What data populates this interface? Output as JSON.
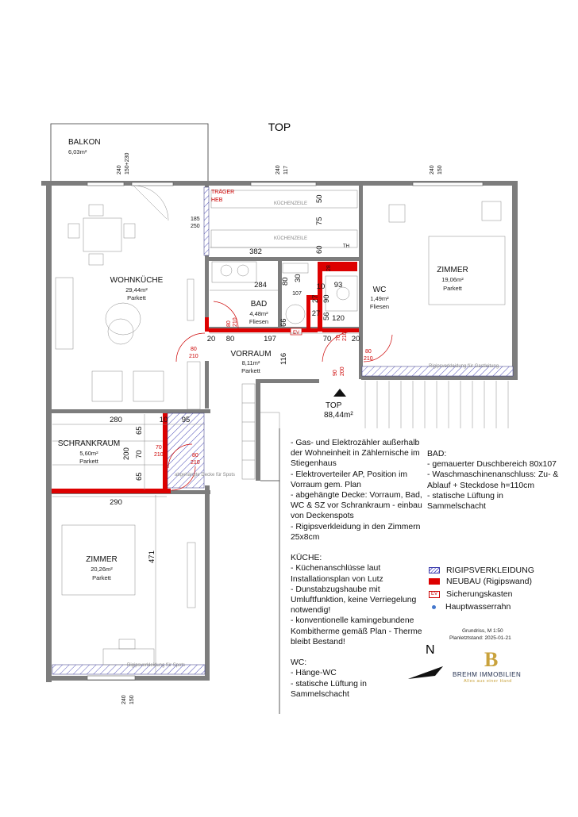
{
  "top_label": "TOP",
  "balcony": {
    "name": "BALKON",
    "area": "6,03m²"
  },
  "window_dims": {
    "w1": "240",
    "w1b": "150+230",
    "w2": "240",
    "w2b": "117",
    "w3": "240",
    "w3b": "150",
    "w4": "240",
    "w4b": "150"
  },
  "rooms": {
    "wohnkueche": {
      "name": "WOHNKÜCHE",
      "area": "29,44m²",
      "floor": "Parkett"
    },
    "bad": {
      "name": "BAD",
      "area": "4,48m²",
      "floor": "Fliesen"
    },
    "wc": {
      "name": "WC",
      "area": "1,49m²",
      "floor": "Fliesen"
    },
    "zimmer_top": {
      "name": "ZIMMER",
      "area": "19,06m²",
      "floor": "Parkett"
    },
    "vorraum": {
      "name": "VORRAUM",
      "area": "8,11m²",
      "floor": "Parkett"
    },
    "schrankraum": {
      "name": "SCHRANKRAUM",
      "area": "5,60m²",
      "floor": "Parkett"
    },
    "zimmer_bottom": {
      "name": "ZIMMER",
      "area": "20,26m²",
      "floor": "Parkett"
    }
  },
  "top_total": {
    "label": "TOP",
    "area": "88,44m²"
  },
  "traeger": {
    "line1": "TRÄGER",
    "line2": "HEB"
  },
  "kitchen_labels": {
    "k1": "KÜCHENZEILE",
    "k2": "KÜCHENZEILE"
  },
  "th_label": "TH",
  "cladding_notes": {
    "top_room": "Rigipsverkleidung für Gastleitung",
    "bottom_room": "Rigipsverkleidung für Spots",
    "schrank": "abgehängte Decke für Spots"
  },
  "dims": {
    "d382": "382",
    "d284": "284",
    "d50": "50",
    "d75": "75",
    "d60": "60",
    "d80a": "80",
    "d30": "30",
    "d28": "28",
    "d93": "93",
    "d107": "107",
    "d27a": "27",
    "d90": "90",
    "d66": "66",
    "d56": "56",
    "d27b": "27",
    "d120": "120",
    "d116": "116",
    "d20a": "20",
    "d80b": "80",
    "d197": "197",
    "d70": "70",
    "d20b": "20",
    "d280": "280",
    "d10a": "10",
    "d95": "95",
    "d65a": "65",
    "d200": "200",
    "d70b": "70",
    "d65b": "65",
    "d290": "290",
    "d10b": "10",
    "d471": "471",
    "d185": "185",
    "d250": "250"
  },
  "doors": {
    "d1": {
      "w": "80",
      "h": "210"
    },
    "d2": {
      "w": "80",
      "h": "210"
    },
    "d3": {
      "w": "70",
      "h": "210"
    },
    "d4": {
      "w": "80",
      "h": "210"
    },
    "d5": {
      "w": "90",
      "h": "200"
    },
    "d6": {
      "w": "70",
      "h": "210"
    },
    "d7": {
      "w": "80",
      "h": "210"
    }
  },
  "bottom_window": {
    "a": "240",
    "b": "150"
  },
  "ev_label": "EV",
  "notes_left": "- Gas- und Elektrozähler außerhalb der Wohneinheit in Zählernische im Stiegenhaus\n- Elektroverteiler AP, Position im Vorraum gem. Plan\n- abgehängte Decke: Vorraum, Bad, WC & SZ vor Schrankraum - einbau von Deckenspots\n- Rigipsverkleidung in den Zimmern 25x8cm\n\nKÜCHE:\n- Küchenanschlüsse laut Installationsplan von Lutz\n- Dunstabzugshaube mit Umluftfunktion, keine Verriegelung notwendig!\n- konventionelle kamingebundene Kombitherme gemäß Plan - Therme bleibt Bestand!\n\nWC:\n- Hänge-WC\n- statische Lüftung in Sammelschacht",
  "notes_right": "BAD:\n- gemauerter Duschbereich 80x107\n- Waschmaschinenanschluss: Zu- & Ablauf  + Steckdose h=110cm\n- statische Lüftung in Sammelschacht",
  "legend": [
    {
      "label": "RIGIPSVERKLEIDUNG",
      "icon": "hatch-swatch"
    },
    {
      "label": "NEUBAU (Rigipswand)",
      "icon": "red-swatch"
    },
    {
      "label": "Sicherungskasten",
      "icon": "ev-swatch"
    },
    {
      "label": "Hauptwasserrahn",
      "icon": "dot-swatch"
    }
  ],
  "plan_info": {
    "line1": "Grundriss, M 1:50",
    "line2": "Planletztstand: 2025-01-21"
  },
  "north": "N",
  "logo": {
    "letter": "B",
    "name": "BREHM IMMOBILIEN",
    "tagline": "Alles aus einer Hand"
  },
  "colors": {
    "wall": "#7d7d7d",
    "new_wall": "#dd0000",
    "hatch": "#3a3aaa",
    "logo_gold": "#c9a23c",
    "logo_navy": "#1d2a4a"
  }
}
